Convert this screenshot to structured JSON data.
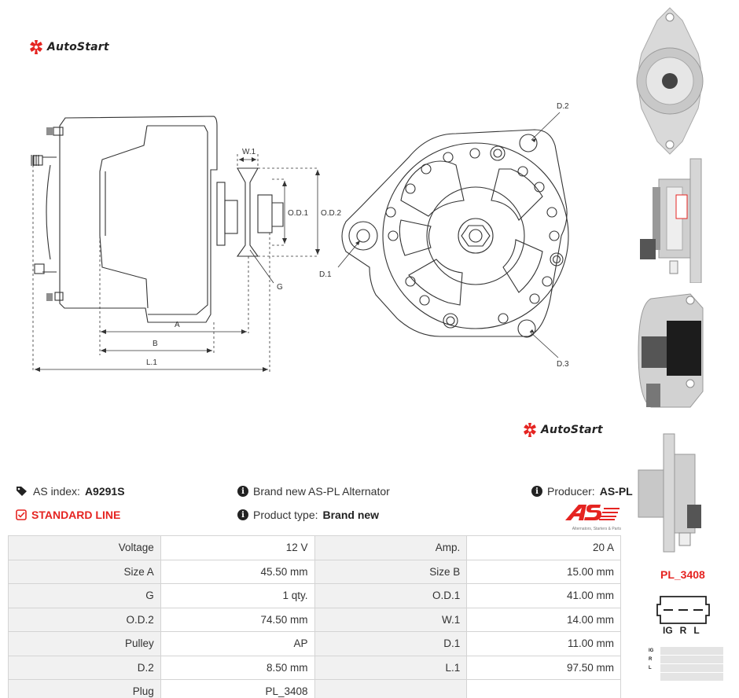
{
  "brand": {
    "name": "AutoStart",
    "accent": "#e52421"
  },
  "diagram_labels": {
    "w1": "W.1",
    "od1": "O.D.1",
    "od2": "O.D.2",
    "g": "G",
    "a": "A",
    "b": "B",
    "l1": "L.1",
    "d1": "D.1",
    "d2": "D.2",
    "d3": "D.3"
  },
  "info": {
    "as_index_label": "AS index:",
    "as_index_value": "A9291S",
    "standard_line": "STANDARD LINE",
    "description": "Brand new AS-PL Alternator",
    "product_type_label": "Product type:",
    "product_type_value": "Brand new",
    "producer_label": "Producer:",
    "producer_value": "AS-PL",
    "producer_tagline": "Alternators, Starters & Parts"
  },
  "specs": [
    [
      "Voltage",
      "12 V",
      "Amp.",
      "20 A"
    ],
    [
      "Size A",
      "45.50 mm",
      "Size B",
      "15.00 mm"
    ],
    [
      "G",
      "1 qty.",
      "O.D.1",
      "41.00 mm"
    ],
    [
      "O.D.2",
      "74.50 mm",
      "W.1",
      "14.00 mm"
    ],
    [
      "Pulley",
      "AP",
      "D.1",
      "11.00 mm"
    ],
    [
      "D.2",
      "8.50 mm",
      "L.1",
      "97.50 mm"
    ],
    [
      "Plug",
      "PL_3408",
      "",
      ""
    ]
  ],
  "plug": {
    "code": "PL_3408",
    "pins": [
      "IG",
      "R",
      "L"
    ]
  },
  "icons": {
    "tag": "tag-icon",
    "check": "check-square-icon",
    "info": "info-circle-icon"
  }
}
